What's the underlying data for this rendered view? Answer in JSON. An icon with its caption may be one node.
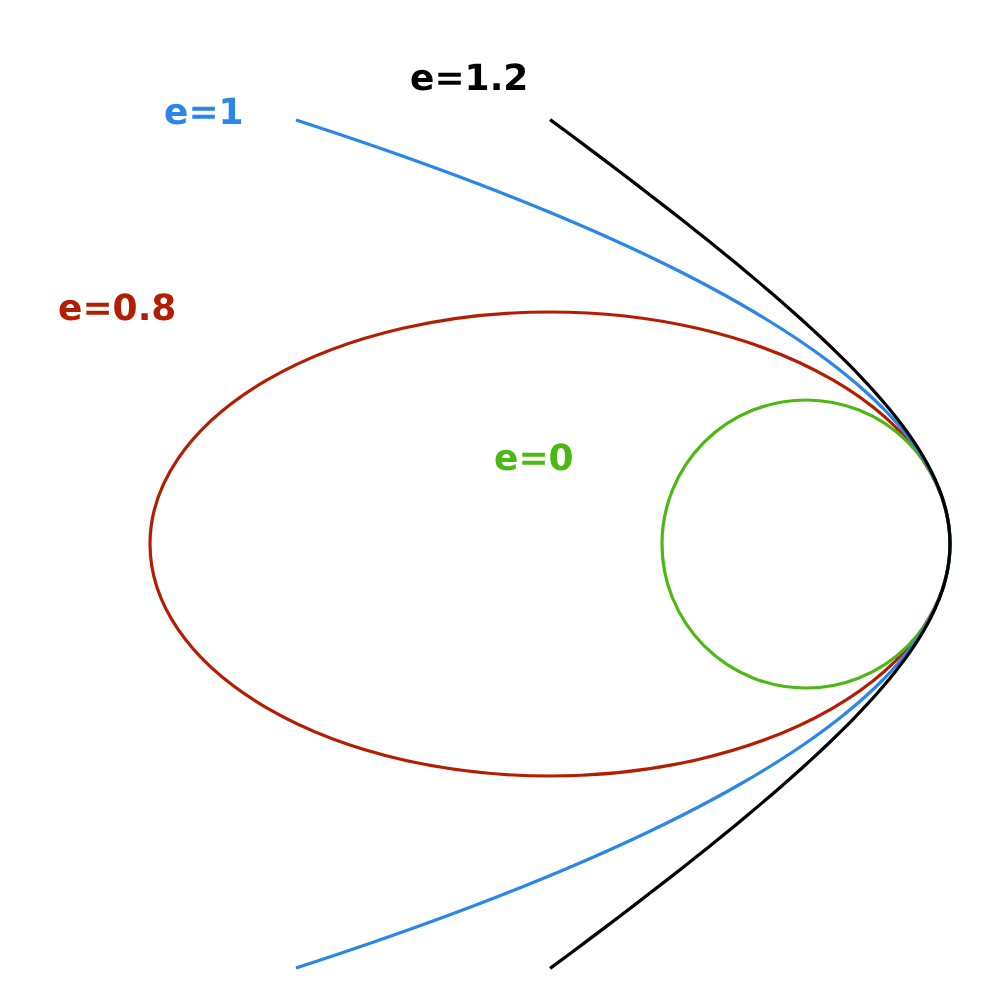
{
  "diagram": {
    "labels": [
      "e=1.2",
      "e=1",
      "e=0.8",
      "e=0"
    ]
  }
}
